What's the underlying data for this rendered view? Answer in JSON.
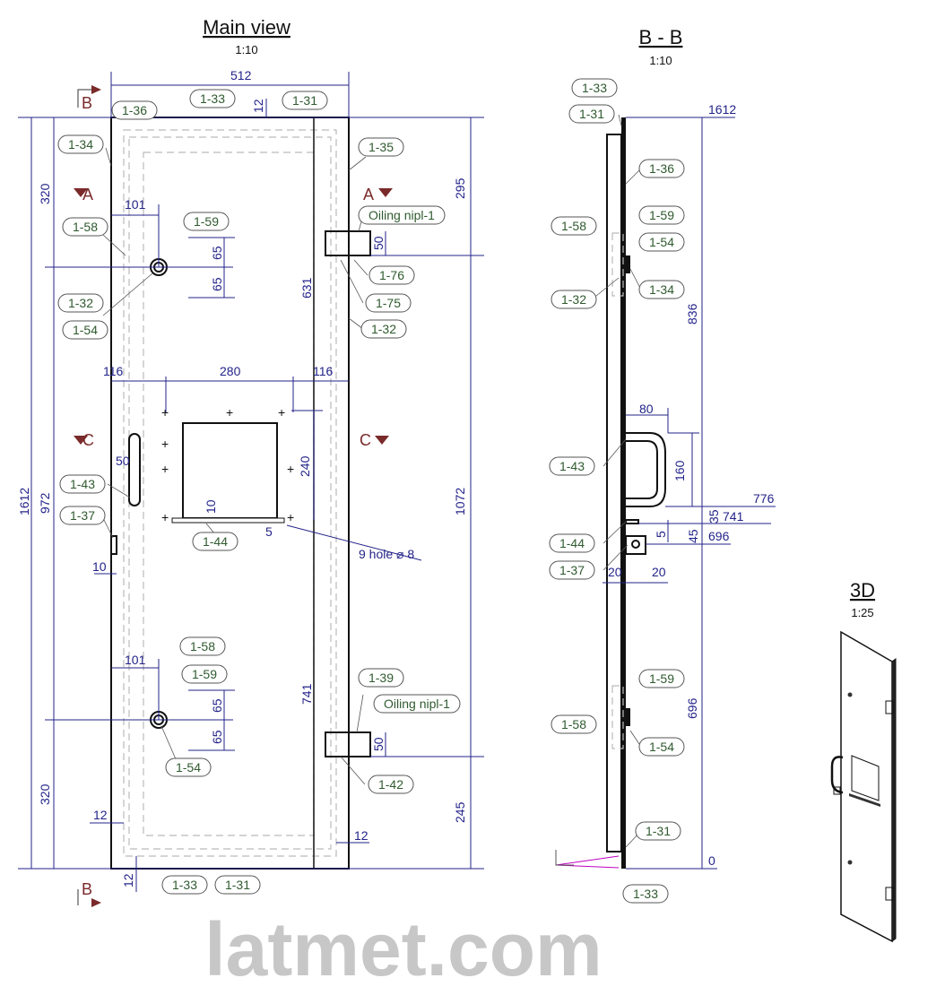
{
  "views": {
    "main": {
      "title": "Main view",
      "scale": "1:10"
    },
    "section": {
      "title": "B - B",
      "scale": "1:10"
    },
    "three_d": {
      "title": "3D",
      "scale": "1:25"
    }
  },
  "watermark": "latmet.com",
  "section_markers": {
    "b_top": "B",
    "a_left": "A",
    "a_right": "A",
    "c_left": "C",
    "c_right": "C",
    "b_bottom": "B"
  },
  "main_labels": [
    "1-36",
    "1-33",
    "1-31",
    "1-34",
    "1-35",
    "1-58",
    "1-59",
    "Oiling nipl-1",
    "1-76",
    "1-75",
    "1-32",
    "1-54",
    "1-32",
    "1-43",
    "1-37",
    "1-44",
    "1-58",
    "1-59",
    "1-39",
    "Oiling nipl-1",
    "1-54",
    "1-42",
    "1-33",
    "1-31"
  ],
  "section_labels": [
    "1-33",
    "1-31",
    "1-36",
    "1-59",
    "1-58",
    "1-54",
    "1-32",
    "1-34",
    "1-43",
    "1-44",
    "1-37",
    "1-59",
    "1-58",
    "1-54",
    "1-31",
    "1-33"
  ],
  "main_dims": [
    "512",
    "12",
    "320",
    "295",
    "101",
    "65",
    "65",
    "631",
    "50",
    "116",
    "280",
    "116",
    "240",
    "50",
    "10",
    "5",
    "9 hole ⌀ 8",
    "1612",
    "972",
    "1072",
    "10",
    "101",
    "65",
    "65",
    "741",
    "50",
    "320",
    "245",
    "12",
    "12",
    "12"
  ],
  "section_dims": [
    "1612",
    "836",
    "80",
    "160",
    "776",
    "35",
    "741",
    "45",
    "696",
    "5",
    "20",
    "20",
    "696",
    "0"
  ],
  "colors": {
    "dimension": "#23238a",
    "label_text": "#2f5a2f",
    "section_marker": "#7a2a2a"
  }
}
